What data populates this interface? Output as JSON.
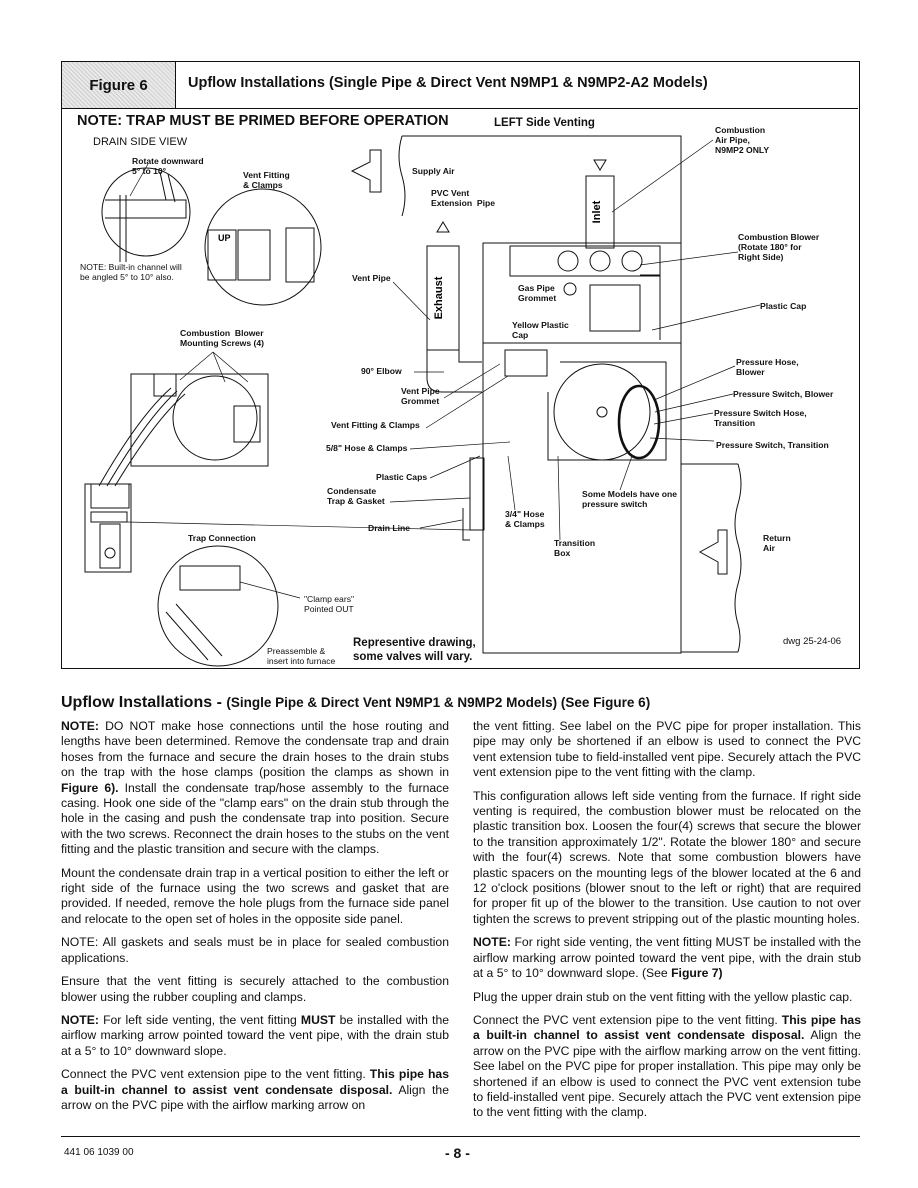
{
  "figure": {
    "label": "Figure 6",
    "title": "Upflow Installations (Single Pipe & Direct Vent N9MP1 & N9MP2-A2 Models)",
    "note": "NOTE: TRAP MUST BE PRIMED BEFORE OPERATION",
    "left_side_venting": "LEFT Side Venting",
    "drain_side_view": "DRAIN SIDE VIEW",
    "labels": {
      "rotate": "Rotate downward\n5° to 10°",
      "vent_fitting_clamps": "Vent Fitting\n& Clamps",
      "builtin_channel": "NOTE: Built-in channel will\nbe angled 5° to 10° also.",
      "up": "UP",
      "supply_air": "Supply Air",
      "pvc_vent": "PVC Vent\nExtension  Pipe",
      "inlet": "Inlet",
      "exhaust": "Exhaust",
      "combustion_air_pipe": "Combustion\nAir Pipe,\nN9MP2 ONLY",
      "combustion_blower_rotate": "Combustion Blower\n(Rotate 180° for\nRight Side)",
      "vent_pipe": "Vent Pipe",
      "gas_pipe_grommet": "Gas Pipe\nGrommet",
      "yellow_plastic_cap": "Yellow Plastic\nCap",
      "plastic_cap": "Plastic Cap",
      "combustion_blower_screws": "Combustion  Blower\nMounting Screws (4)",
      "elbow_90": "90° Elbow",
      "vent_pipe_grommet": "Vent Pipe\nGrommet",
      "vent_fitting_clamp": "Vent Fitting & Clamps",
      "hose_clamps_58": "5/8\" Hose & Clamps",
      "pressure_hose_blower": "Pressure Hose,\nBlower",
      "pressure_switch_blower": "Pressure Switch, Blower",
      "pressure_switch_hose_transition": "Pressure Switch Hose,\nTransition",
      "pressure_switch_transition": "Pressure Switch, Transition",
      "plastic_caps": "Plastic Caps",
      "condensate_trap": "Condensate\nTrap & Gasket",
      "some_models": "Some Models have one\npressure switch",
      "drain_line": "Drain Line",
      "hose_clamps_34": "3/4\" Hose\n& Clamps",
      "transition_box": "Transition\nBox",
      "trap_connection": "Trap Connection",
      "return_air": "Return\nAir",
      "clamp_ears": "\"Clamp ears\"\nPointed OUT",
      "preassemble": "Preassemble &\ninsert into furnace"
    },
    "representative": "Representive drawing,\nsome valves will vary.",
    "dwg": "dwg 25-24-06"
  },
  "section": {
    "heading_main": "Upflow Installations - ",
    "heading_sub": "(Single Pipe & Direct Vent N9MP1 & N9MP2 Models) (See Figure 6)"
  },
  "left_column": {
    "p1_lead": "NOTE:",
    "p1_a": " DO NOT make hose connections until the hose routing and lengths have been determined. Remove the condensate trap and drain hoses from the furnace and secure the drain hoses to the drain stubs on the trap with the hose clamps (position the clamps as shown in ",
    "p1_fig": "Figure 6).",
    "p1_b": " Install the condensate trap/hose assembly to the furnace casing. Hook one side of the \"clamp ears\" on the drain stub through the hole in the casing and push the condensate trap into position. Secure with the two screws. Reconnect the drain hoses to the stubs on the vent fitting and the plastic transition and secure with the clamps.",
    "p2": "Mount the condensate drain trap in a vertical position to either the left or right side of the furnace using the two screws and gasket that are provided. If needed, remove the hole plugs from the furnace side panel and relocate to the open set of holes in the opposite side panel.",
    "p3": "NOTE: All gaskets and seals must be in place for sealed combustion applications.",
    "p4": "Ensure that the vent fitting is securely attached to the combustion blower using the rubber coupling and clamps.",
    "p5_lead": "NOTE:",
    "p5_a": " For left side venting, the vent fitting ",
    "p5_must": "MUST",
    "p5_b": " be installed with the airflow marking arrow pointed toward the vent pipe, with the drain stub at a 5° to 10° downward slope.",
    "p6_a": "Connect the PVC vent extension pipe to the vent fitting. ",
    "p6_bold": "This pipe has a built-in channel to assist vent condensate disposal.",
    "p6_b": " Align the arrow on the PVC pipe with the airflow marking arrow on"
  },
  "right_column": {
    "p1": "the vent fitting. See label on the PVC pipe for proper installation. This pipe may only be shortened if an elbow is used to connect the PVC vent extension tube to field-installed vent pipe. Securely attach the PVC vent extension pipe to the vent fitting with the clamp.",
    "p2": "This configuration allows left side venting from the furnace. If right side venting is required, the combustion blower must be relocated on the plastic transition box. Loosen the four(4) screws that secure the blower to the transition approximately 1/2\". Rotate the blower 180° and secure with the four(4) screws. Note that some combustion blowers have plastic spacers on the mounting legs of the blower located at the 6 and 12 o'clock positions (blower snout to the left or right) that are required for proper fit up of the blower to the transition. Use caution to not over tighten the screws to prevent stripping out of the plastic mounting holes.",
    "p3_lead": "NOTE:",
    "p3_a": " For right side venting, the vent fitting MUST be installed with the airflow marking arrow pointed toward the vent pipe, with the drain stub at a 5° to 10° downward slope. (See ",
    "p3_fig": "Figure 7)",
    "p4": "Plug the upper drain stub on the vent fitting with the yellow plastic cap.",
    "p5_a": "Connect the PVC vent extension pipe to the vent fitting. ",
    "p5_bold": "This pipe has a built-in channel to assist vent condensate disposal.",
    "p5_b": " Align the arrow on the PVC pipe with the airflow marking arrow on the vent fitting. See label on the PVC pipe for proper installation. This pipe may only be shortened if an elbow is used to connect the PVC vent extension tube to field-installed vent pipe. Securely attach the PVC vent extension pipe to the vent fitting with the clamp."
  },
  "footer": {
    "doc_number": "441 06 1039 00",
    "page": "- 8 -"
  }
}
